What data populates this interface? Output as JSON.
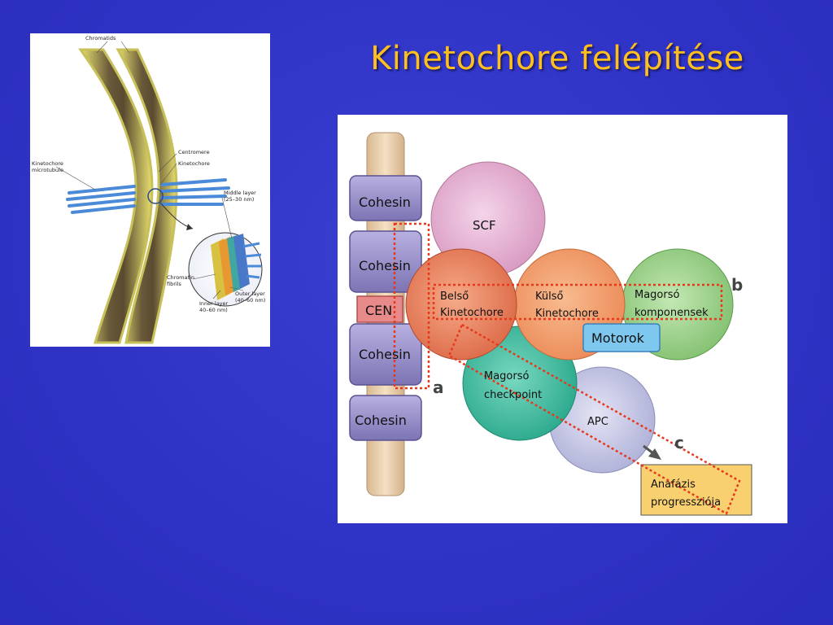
{
  "title": "Kinetochore felépítése",
  "chromosome_figure": {
    "chromatids": "Chromatids",
    "centromere": "Centromere",
    "kinetochore": "Kinetochore",
    "kinetochore_microtubule_1": "Kinetochore",
    "kinetochore_microtubule_2": "microtubule",
    "middle_layer_1": "Middle layer",
    "middle_layer_2": "(25–30 nm)",
    "chromatin_fibrils_1": "Chromatin",
    "chromatin_fibrils_2": "fibrils",
    "outer_layer_1": "Outer layer",
    "outer_layer_2": "(40–60 nm)",
    "inner_layer_1": "Inner layer",
    "inner_layer_2": "40–60 nm)"
  },
  "diagram": {
    "cohesin_1": "Cohesin",
    "cohesin_2": "Cohesin",
    "cohesin_3": "Cohesin",
    "cohesin_4": "Cohesin",
    "cen": "CEN",
    "scf": "SCF",
    "inner_kinetochore_1": "Belső",
    "inner_kinetochore_2": "Kinetochore",
    "outer_kinetochore_1": "Külső",
    "outer_kinetochore_2": "Kinetochore",
    "core_components_1": "Magorsó",
    "core_components_2": "komponensek",
    "motors": "Motorok",
    "spindle_checkpoint_1": "Magorsó",
    "spindle_checkpoint_2": "checkpoint",
    "apc": "APC",
    "anaphase_1": "Anafázis",
    "anaphase_2": "progressziója",
    "label_a": "a",
    "label_b": "b",
    "label_c": "c"
  },
  "colors": {
    "title": "#ffbf1c",
    "cohesin": "#9890c8",
    "scf": "#e8b8d8",
    "inner_kinetochore": "#ee8a68",
    "outer_kinetochore": "#f4a070",
    "core_components": "#9cd48a",
    "checkpoint": "#3cb8a0",
    "apc": "#c8c8e8",
    "motors": "#7ec8f0",
    "anaphase": "#f8d070",
    "dotted": "#e8381c"
  }
}
